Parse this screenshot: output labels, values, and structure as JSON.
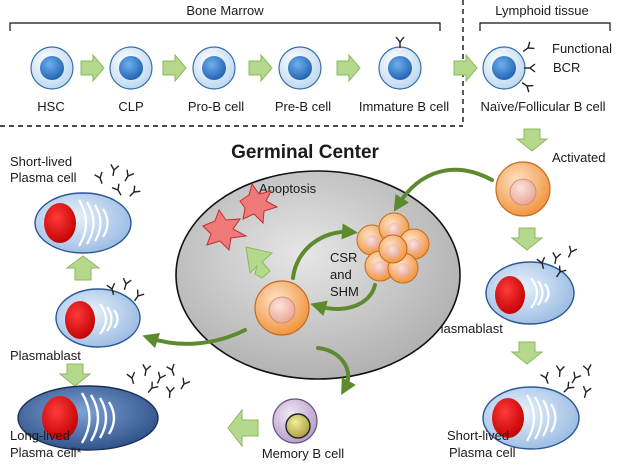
{
  "regions": {
    "bone_marrow": "Bone Marrow",
    "lymphoid_tissue": "Lymphoid tissue",
    "germinal_center": "Germinal Center"
  },
  "stages": {
    "hsc": "HSC",
    "clp": "CLP",
    "pro_b": "Pro-B cell",
    "pre_b": "Pre-B cell",
    "immature_b": "Immature B cell",
    "naive_b": "Naïve/Follicular B cell"
  },
  "bcr": {
    "line1": "Functional",
    "line2": "BCR"
  },
  "labels": {
    "activated": "Activated",
    "apoptosis": "Apoptosis",
    "csr_line1": "CSR",
    "csr_line2": "and",
    "csr_line3": "SHM",
    "memory_b": "Memory B cell",
    "plasmablast_right": "Plasmablast",
    "plasmablast_left": "Plasmablast",
    "short_lived_top_l1": "Short-lived",
    "short_lived_top_l2": "Plasma cell",
    "short_lived_bottom_l1": "Short-lived",
    "short_lived_bottom_l2": "Plasma cell",
    "long_lived_l1": "Long-lived",
    "long_lived_l2": "Plasma cell*"
  },
  "colors": {
    "arrow_fill": "#b5d98c",
    "arrow_stroke": "#8cb85f",
    "curve_arrow": "#5e8a2e",
    "stem_cell": "#cfe3f5",
    "stem_nucleus": "#2f78c8",
    "orange_cell": "#f5a052",
    "orange_nucleus": "#f2c7b8",
    "plasma_body": "#bcd3ee",
    "plasma_nucleus": "#dd0000",
    "gc_fill": "#c8c8c8",
    "apoptosis_fill": "#f07a7a"
  }
}
